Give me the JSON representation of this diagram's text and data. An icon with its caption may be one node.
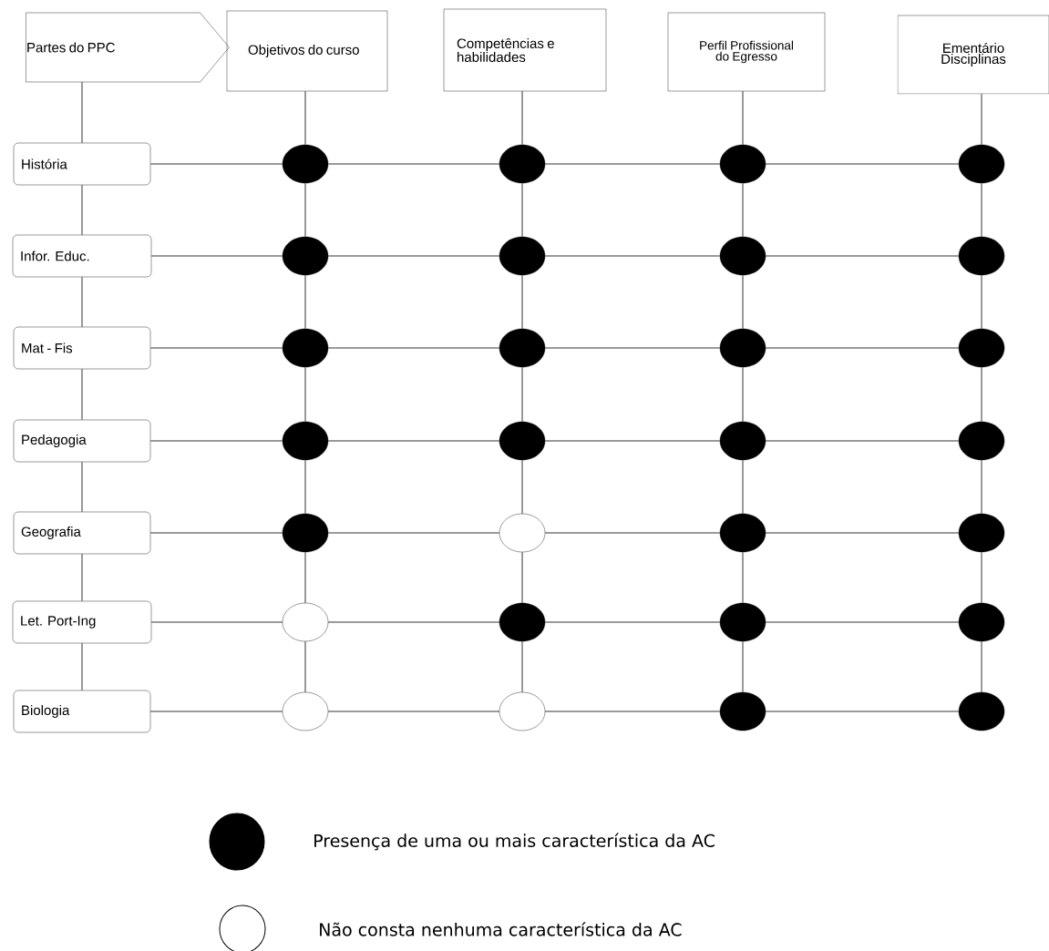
{
  "diagram": {
    "nodes": [
      {
        "text": [
          "Partes do PPC"
        ]
      },
      {
        "text": [
          "Objetivos do curso"
        ]
      },
      {
        "text": [
          "Competências e habilidades"
        ]
      },
      {
        "text": [
          "Perfil Profissional do Egresso"
        ]
      },
      {
        "text": [
          "Ementário Disciplinas"
        ]
      },
      {
        "text": [
          "História"
        ]
      },
      {
        "text": [
          "Infor. Educ."
        ]
      },
      {
        "text": [
          "Mat - Fis"
        ]
      },
      {
        "text": [
          "Pedagogia"
        ]
      },
      {
        "text": [
          "Geografia"
        ]
      },
      {
        "text": [
          "Let. Port-Ing"
        ]
      },
      {
        "text": [
          "Biologia"
        ]
      },
      {
        "text": [],
        "shape": "dot"
      },
      {
        "text": [],
        "shape": "dot"
      },
      {
        "text": [],
        "shape": "dot"
      },
      {
        "text": [],
        "shape": "dot"
      },
      {
        "text": [],
        "shape": "dot"
      },
      {
        "text": [],
        "shape": "dot"
      },
      {
        "text": [],
        "shape": "dot"
      },
      {
        "text": [],
        "shape": "dot"
      },
      {
        "text": [],
        "shape": "dot"
      },
      {
        "text": [],
        "shape": "dot"
      },
      {
        "text": [],
        "shape": "dot"
      },
      {
        "text": [],
        "shape": "dot"
      },
      {
        "text": [],
        "shape": "dot"
      },
      {
        "text": [],
        "shape": "dot"
      },
      {
        "text": [],
        "shape": "dot"
      },
      {
        "text": [],
        "shape": "dot"
      },
      {
        "text": [],
        "shape": "dot"
      },
      {
        "text": [],
        "shape": "circle"
      },
      {
        "text": [],
        "shape": "dot"
      },
      {
        "text": [],
        "shape": "dot"
      },
      {
        "text": [],
        "shape": "circle"
      },
      {
        "text": [],
        "shape": "dot"
      },
      {
        "text": [],
        "shape": "dot"
      },
      {
        "text": [],
        "shape": "dot"
      },
      {
        "text": [],
        "shape": "circle"
      },
      {
        "text": [],
        "shape": "circle"
      },
      {
        "text": [],
        "shape": "dot"
      },
      {
        "text": [],
        "shape": "dot"
      }
    ],
    "edges": [
      {
        "from": 0,
        "to": 5,
        "arrow": "none"
      },
      {
        "from": 5,
        "to": 6,
        "arrow": "none"
      },
      {
        "from": 6,
        "to": 7,
        "arrow": "none"
      },
      {
        "from": 7,
        "to": 8,
        "arrow": "none"
      },
      {
        "from": 8,
        "to": 9,
        "arrow": "none"
      },
      {
        "from": 9,
        "to": 10,
        "arrow": "none"
      },
      {
        "from": 10,
        "to": 11,
        "arrow": "none"
      },
      {
        "from": 1,
        "to": 12,
        "arrow": "none"
      },
      {
        "from": 2,
        "to": 13,
        "arrow": "none"
      },
      {
        "from": 3,
        "to": 14,
        "arrow": "none"
      },
      {
        "from": 4,
        "to": 15,
        "arrow": "none"
      },
      {
        "from": 12,
        "to": 16,
        "arrow": "none"
      },
      {
        "from": 13,
        "to": 17,
        "arrow": "none"
      },
      {
        "from": 14,
        "to": 18,
        "arrow": "none"
      },
      {
        "from": 15,
        "to": 19,
        "arrow": "none"
      },
      {
        "from": 16,
        "to": 20,
        "arrow": "none"
      },
      {
        "from": 17,
        "to": 21,
        "arrow": "none"
      },
      {
        "from": 18,
        "to": 22,
        "arrow": "none"
      },
      {
        "from": 19,
        "to": 23,
        "arrow": "none"
      },
      {
        "from": 20,
        "to": 24,
        "arrow": "none"
      },
      {
        "from": 21,
        "to": 25,
        "arrow": "none"
      },
      {
        "from": 22,
        "to": 26,
        "arrow": "none"
      },
      {
        "from": 23,
        "to": 27,
        "arrow": "none"
      },
      {
        "from": 24,
        "to": 28,
        "arrow": "none"
      },
      {
        "from": 25,
        "to": 29,
        "arrow": "none"
      },
      {
        "from": 26,
        "to": 30,
        "arrow": "none"
      },
      {
        "from": 27,
        "to": 31,
        "arrow": "none"
      },
      {
        "from": 28,
        "to": 32,
        "arrow": "none"
      },
      {
        "from": 29,
        "to": 33,
        "arrow": "none"
      },
      {
        "from": 30,
        "to": 34,
        "arrow": "none"
      },
      {
        "from": 31,
        "to": 35,
        "arrow": "none"
      },
      {
        "from": 32,
        "to": 36,
        "arrow": "none"
      },
      {
        "from": 33,
        "to": 37,
        "arrow": "none"
      },
      {
        "from": 34,
        "to": 38,
        "arrow": "none"
      },
      {
        "from": 35,
        "to": 39,
        "arrow": "none"
      },
      {
        "from": 5,
        "to": 12,
        "arrow": "none"
      },
      {
        "from": 12,
        "to": 13,
        "arrow": "none"
      },
      {
        "from": 13,
        "to": 14,
        "arrow": "none"
      },
      {
        "from": 14,
        "to": 15,
        "arrow": "none"
      },
      {
        "from": 6,
        "to": 16,
        "arrow": "none"
      },
      {
        "from": 16,
        "to": 17,
        "arrow": "none"
      },
      {
        "from": 17,
        "to": 18,
        "arrow": "none"
      },
      {
        "from": 18,
        "to": 19,
        "arrow": "none"
      },
      {
        "from": 7,
        "to": 20,
        "arrow": "none"
      },
      {
        "from": 20,
        "to": 21,
        "arrow": "none"
      },
      {
        "from": 21,
        "to": 22,
        "arrow": "none"
      },
      {
        "from": 22,
        "to": 23,
        "arrow": "none"
      },
      {
        "from": 8,
        "to": 24,
        "arrow": "none"
      },
      {
        "from": 24,
        "to": 25,
        "arrow": "none"
      },
      {
        "from": 25,
        "to": 26,
        "arrow": "none"
      },
      {
        "from": 26,
        "to": 27,
        "arrow": "none"
      },
      {
        "from": 9,
        "to": 28,
        "arrow": "none"
      },
      {
        "from": 28,
        "to": 29,
        "arrow": "none"
      },
      {
        "from": 29,
        "to": 30,
        "arrow": "none"
      },
      {
        "from": 30,
        "to": 31,
        "arrow": "none"
      },
      {
        "from": 10,
        "to": 32,
        "arrow": "none"
      },
      {
        "from": 32,
        "to": 33,
        "arrow": "none"
      },
      {
        "from": 33,
        "to": 34,
        "arrow": "none"
      },
      {
        "from": 34,
        "to": 35,
        "arrow": "none"
      },
      {
        "from": 11,
        "to": 36,
        "arrow": "none"
      },
      {
        "from": 36,
        "to": 37,
        "arrow": "none"
      },
      {
        "from": 37,
        "to": 38,
        "arrow": "none"
      },
      {
        "from": 38,
        "to": 39,
        "arrow": "none"
      }
    ],
    "legend": [
      {
        "text": "Presença de uma ou mais característica da AC",
        "color": "#000000"
      },
      {
        "text": "Não consta nenhuma característica da AC"
      }
    ]
  }
}
